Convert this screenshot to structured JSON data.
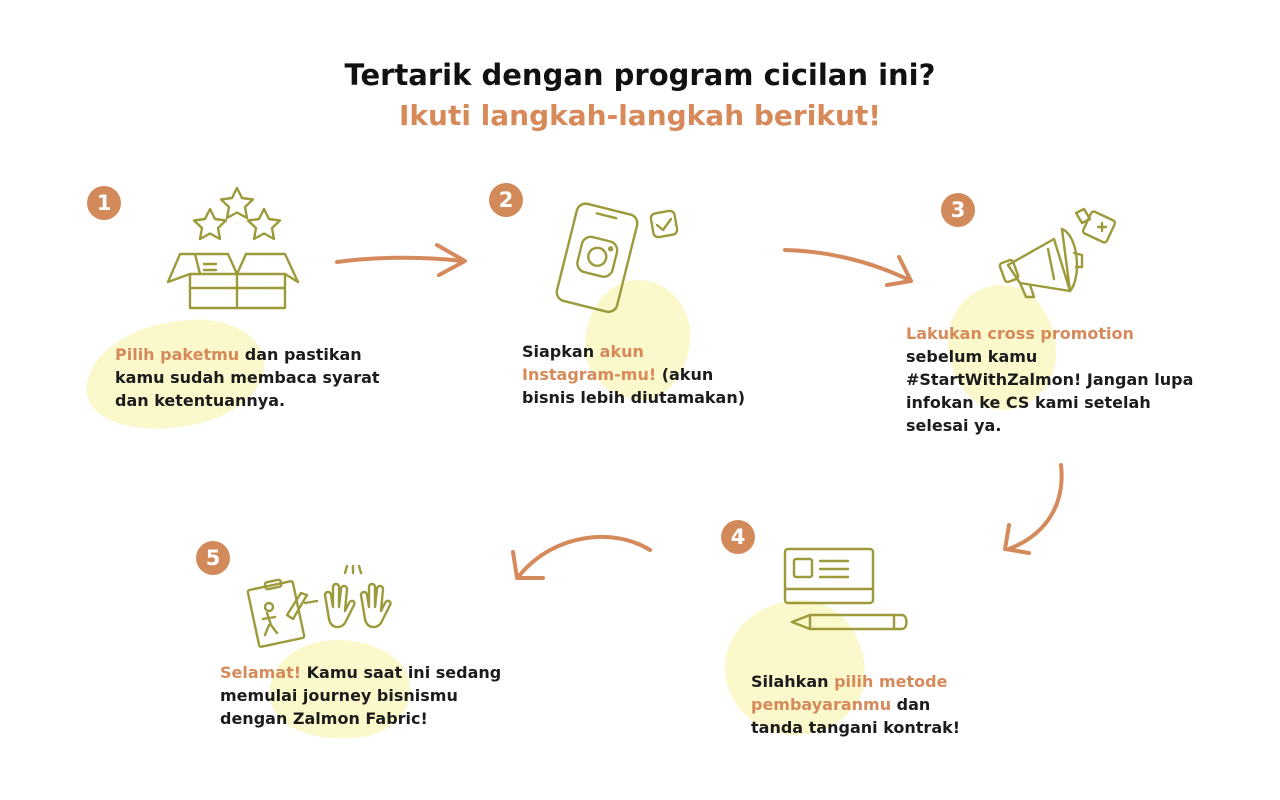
{
  "header": {
    "title": "Tertarik dengan program cicilan ini?",
    "subtitle": "Ikuti langkah-langkah berikut!"
  },
  "colors": {
    "accent": "#d68a5a",
    "icon_olive": "#9c9a3a",
    "blob_yellow": "#fbf8cc",
    "text": "#1c1c1c"
  },
  "steps": [
    {
      "number": "1",
      "icon": "box-stars-icon",
      "highlight": "Pilih paketmu",
      "text": " dan pastikan kamu sudah membaca syarat dan ketentuannya."
    },
    {
      "number": "2",
      "icon": "phone-instagram-icon",
      "pre": "Siapkan ",
      "highlight": "akun Instagram-mu!",
      "text": " (akun bisnis lebih diutamakan)"
    },
    {
      "number": "3",
      "icon": "megaphone-icon",
      "highlight": "Lakukan cross promotion",
      "text": " sebelum kamu #StartWithZalmon! Jangan lupa infokan ke CS kami setelah selesai ya."
    },
    {
      "number": "4",
      "icon": "card-pen-icon",
      "pre": "Silahkan ",
      "highlight": "pilih metode pembayaranmu",
      "text": " dan tanda tangani kontrak!"
    },
    {
      "number": "5",
      "icon": "contract-hands-icon",
      "highlight": "Selamat!",
      "text": " Kamu saat ini sedang memulai journey bisnismu dengan Zalmon Fabric!"
    }
  ]
}
